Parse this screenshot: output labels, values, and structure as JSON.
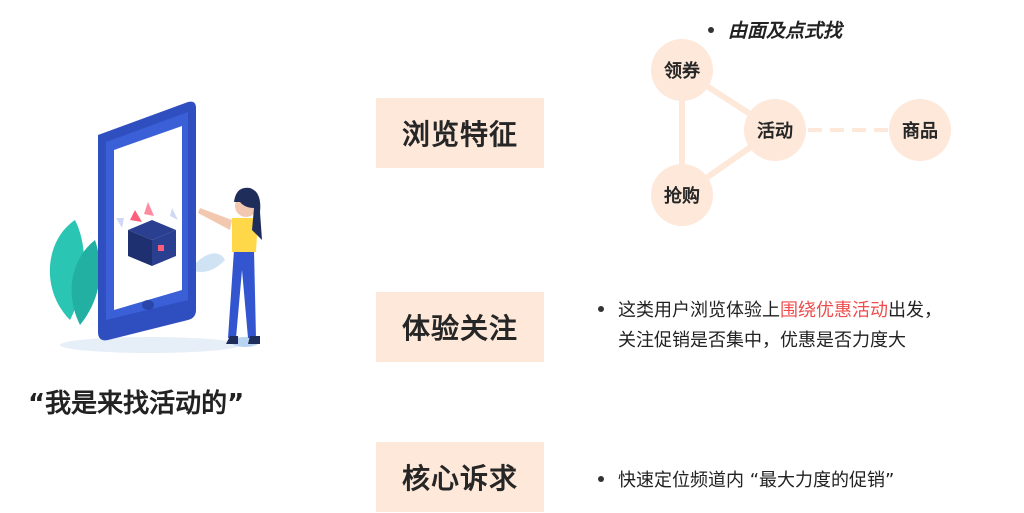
{
  "quote": "“我是来找活动的”",
  "categories": {
    "browse": "浏览特征",
    "experience": "体验关注",
    "core": "核心诉求"
  },
  "graph": {
    "title": "由面及点式找",
    "nodes": {
      "coupon": "领券",
      "activity": "活动",
      "product": "商品",
      "flash": "抢购"
    }
  },
  "experience_bullet": {
    "prefix": "这类用户浏览体验上",
    "highlight": "围绕优惠活动",
    "suffix": "出发，",
    "line2": "关注促销是否集中，优惠是否力度大",
    "highlight_color": "#ee4d4d"
  },
  "core_bullet": "快速定位频道内 “最大力度的促销”",
  "colors": {
    "box_fill": "#fde8da",
    "phone_blue": "#3b5fd6",
    "plant_teal": "#2bc5b4"
  }
}
